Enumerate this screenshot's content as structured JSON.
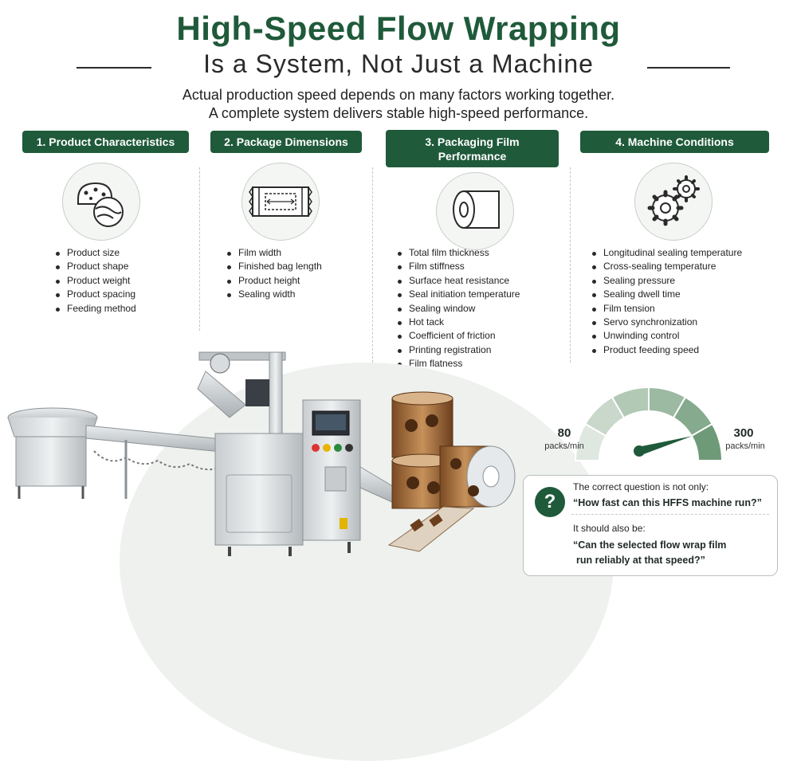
{
  "header": {
    "title": "High-Speed Flow Wrapping",
    "subtitle": "Is a System, Not Just a Machine",
    "intro_line1": "Actual production speed depends on many factors working together.",
    "intro_line2": "A complete system delivers stable high-speed performance."
  },
  "columns": [
    {
      "heading": "1. Product Characteristics",
      "icon": "product-cookies-icon",
      "items": [
        "Product size",
        "Product shape",
        "Product weight",
        "Product spacing",
        "Feeding method"
      ]
    },
    {
      "heading": "2. Package Dimensions",
      "icon": "package-dimensions-icon",
      "items": [
        "Film width",
        "Finished bag length",
        "Product height",
        "Sealing width"
      ]
    },
    {
      "heading_line1": "3. Packaging Film",
      "heading_line2": "Performance",
      "icon": "film-roll-icon",
      "items": [
        "Total film thickness",
        "Film stiffness",
        "Surface heat resistance",
        "Seal initiation temperature",
        "Sealing window",
        "Hot tack",
        "Coefficient of friction",
        "Printing registration",
        "Film flatness"
      ]
    },
    {
      "heading": "4. Machine Conditions",
      "icon": "gears-icon",
      "items": [
        "Longitudinal sealing temperature",
        "Cross-sealing temperature",
        "Sealing pressure",
        "Sealing dwell time",
        "Film tension",
        "Servo synchronization",
        "Unwinding control",
        "Product feeding speed"
      ]
    }
  ],
  "gauge": {
    "min_value": "80",
    "min_unit": "packs/min",
    "max_value": "300",
    "max_unit": "packs/min",
    "needle_level": 0.78,
    "color_light": "#dfe8e0",
    "color_dark": "#6f9a78"
  },
  "question_box": {
    "icon": "question-icon",
    "symbol": "?",
    "line1": "The correct question is not only:",
    "line2": "“How fast can this HFFS machine run?”",
    "line3": "It should also be:",
    "line4": "“Can the selected flow wrap film",
    "line5": "run reliably at that speed?”"
  },
  "images": {
    "machine": "flow-wrapping-machine-image",
    "film": "printed-film-rolls-image"
  },
  "colors": {
    "brand_green": "#1f5a3a",
    "light_green": "#eef1ee"
  }
}
